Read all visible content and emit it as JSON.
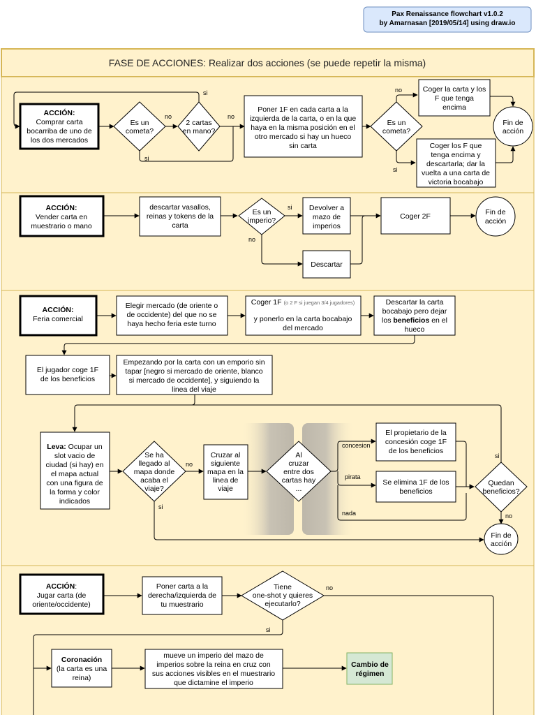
{
  "credit": {
    "line1": "Pax Renaissance flowchart v1.0.2",
    "line2": "by Amarnasan [2019/05/14] using draw.io"
  },
  "header": {
    "title": "FASE DE ACCIONES: Realizar dos acciones (se puede repetir la misma)"
  },
  "colors": {
    "panel_fill": "#fff2cc",
    "panel_stroke": "#d6b656",
    "credit_fill": "#dae8fc",
    "credit_stroke": "#6c8ebf",
    "green_fill": "#d5e8d4",
    "green_stroke": "#82b366"
  },
  "s1": {
    "action_title": "ACCIÓN:",
    "action_body": [
      "Comprar carta",
      "bocarriba de uno de",
      "los dos mercados"
    ],
    "d_comet": [
      "Es un",
      "cometa?"
    ],
    "d_cards": [
      "2 cartas",
      "en mano?"
    ],
    "box_place": [
      "Poner 1F en cada carta a la",
      "izquierda de la carta, o en la que",
      "haya en la misma posición en el",
      "otro mercado si hay un hueco",
      "sin carta"
    ],
    "d_comet2": [
      "Es un",
      "cometa?"
    ],
    "box_take": [
      "Coger la carta y los",
      "F que tenga",
      "encima"
    ],
    "box_comet": [
      "Coger los F que",
      "tenga encima y",
      "descartarla; dar la",
      "vuelta a una carta de",
      "victoria bocabajo"
    ],
    "end": [
      "Fin de",
      "acción"
    ],
    "lbl_si_top": "si",
    "lbl_no1": "no",
    "lbl_no2": "no",
    "lbl_si_bottom": "si",
    "lbl_no3": "no",
    "lbl_si3": "si"
  },
  "s2": {
    "action_title": "ACCIÓN:",
    "action_body": [
      "Vender carta en",
      "muestrario o mano"
    ],
    "box_discard": [
      "descartar vasallos,",
      "reinas y tokens de la",
      "carta"
    ],
    "d_empire": [
      "Es un",
      "imperio?"
    ],
    "box_return": [
      "Devolver a",
      "mazo de",
      "imperios"
    ],
    "box_drop": [
      "Descartar"
    ],
    "box_take2": [
      "Coger 2F"
    ],
    "end": [
      "Fin de",
      "acción"
    ],
    "lbl_si": "si",
    "lbl_no": "no"
  },
  "s3": {
    "action_title": "ACCIÓN:",
    "action_body": [
      "Feria comercial"
    ],
    "box_choose": [
      "Elegir mercado (de oriente o",
      "de occidente) del que no se",
      "haya hecho feria este turno"
    ],
    "box_take_main": "Coger 1F",
    "box_take_small": "(o 2 F si juegan 3/4 jugadores)",
    "box_take_rest": [
      "y ponerlo en la carta bocabajo",
      "del mercado"
    ],
    "box_hide_pre": [
      "Descartar la carta",
      "bocabajo pero dejar"
    ],
    "box_hide_l3a": "los ",
    "box_hide_l3b": "beneficios",
    "box_hide_l3c": " en el",
    "box_hide_l4": "hueco",
    "box_player": [
      "El jugador coge 1F",
      "de los beneficios"
    ],
    "box_start": [
      "Empezando por la carta con un emporio sin",
      "tapar [negro si mercado de oriente, blanco",
      "si mercado de occidente], y siguiendo la",
      "linea del viaje"
    ],
    "box_leva_bold": "Leva:",
    "box_leva_l1": " Ocupar un",
    "box_leva_rest": [
      "slot vacio de",
      "ciudad  (si hay) en",
      "el mapa actual",
      "con una figura de",
      "la forma  y color",
      "indicados"
    ],
    "d_arrived": [
      "Se ha",
      "llegado al",
      "mapa donde",
      "acaba el",
      "viaje?"
    ],
    "box_cross": [
      "Cruzar al",
      "siguiente",
      "mapa en la",
      "linea de",
      "viaje"
    ],
    "d_cross": [
      "Al",
      "cruzar",
      "entre dos",
      "cartas hay",
      "..."
    ],
    "box_owner": [
      "El propietario de la",
      "concesión coge 1F",
      "de los beneficios"
    ],
    "box_remove": [
      "Se elimina 1F de los",
      "beneficios"
    ],
    "d_left": [
      "Quedan",
      "beneficios?"
    ],
    "end": [
      "Fin de",
      "acción"
    ],
    "lbl_no": "no",
    "lbl_si": "si",
    "lbl_concesion": "concesion",
    "lbl_pirata": "pirata",
    "lbl_nada": "nada",
    "lbl_si2": "si",
    "lbl_no2": "no"
  },
  "s4": {
    "action_title": "ACCIÓN",
    "action_title_suffix": ":",
    "action_body": [
      "Jugar carta (de",
      "oriente/occidente)"
    ],
    "box_place": [
      "Poner carta a la",
      "derecha/izquierda de",
      "tu muestrario"
    ],
    "d_oneshot": [
      "Tiene",
      "one-shot y quieres",
      "ejecutarlo?"
    ],
    "lbl_no": "no",
    "lbl_si": "si",
    "box_crown_title": "Coronación",
    "box_crown_rest": [
      "(la carta es una",
      "reina)"
    ],
    "box_move": [
      "mueve un imperio del mazo de",
      "imperios sobre la reina en cruz con",
      "sus acciones visibles en el muestrario",
      "que dictamine el imperio"
    ],
    "box_regime": [
      "Cambio de",
      "régimen"
    ]
  }
}
